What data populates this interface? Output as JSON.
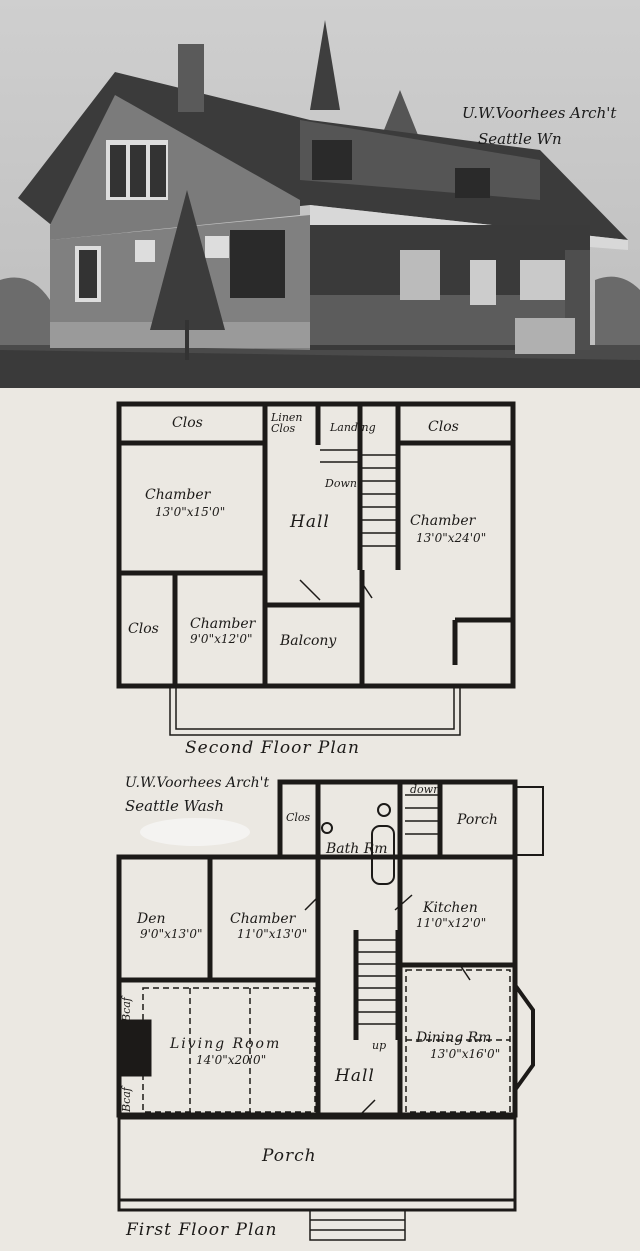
{
  "photo": {
    "signature_line1": "U.W.Voorhees Arch't",
    "signature_line2": "Seattle Wn"
  },
  "second_floor": {
    "title": "Second Floor Plan",
    "rooms": [
      {
        "name": "Clos",
        "size": ""
      },
      {
        "name": "Linen Clos",
        "size": ""
      },
      {
        "name": "Landing",
        "size": ""
      },
      {
        "name": "Clos",
        "size": ""
      },
      {
        "name": "Chamber",
        "size": "13'0\"x15'0\""
      },
      {
        "name": "Hall",
        "size": ""
      },
      {
        "name": "Chamber",
        "size": "13'0\"x24'0\""
      },
      {
        "name": "Clos",
        "size": ""
      },
      {
        "name": "Chamber",
        "size": "9'0\"x12'0\""
      },
      {
        "name": "Balcony",
        "size": ""
      }
    ],
    "stair_label": "Down"
  },
  "first_floor": {
    "title": "First Floor Plan",
    "signature_line1": "U.W.Voorhees Arch't",
    "signature_line2": "Seattle Wash",
    "rooms": [
      {
        "name": "Clos",
        "size": ""
      },
      {
        "name": "Bath Rm",
        "size": ""
      },
      {
        "name": "Porch",
        "size": ""
      },
      {
        "name": "Den",
        "size": "9'0\"x13'0\""
      },
      {
        "name": "Chamber",
        "size": "11'0\"x13'0\""
      },
      {
        "name": "Kitchen",
        "size": "11'0\"x12'0\""
      },
      {
        "name": "Living Room",
        "size": "14'0\"x20'0\""
      },
      {
        "name": "Dining Rm",
        "size": "13'0\"x16'0\""
      },
      {
        "name": "Hall",
        "size": ""
      },
      {
        "name": "Porch",
        "size": ""
      }
    ],
    "bookcase_label": "Bcaf",
    "stair_up": "up",
    "stair_down": "down"
  }
}
